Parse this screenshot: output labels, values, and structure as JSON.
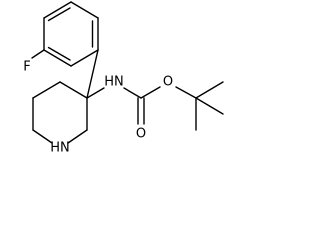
{
  "molecule": {
    "atom_labels": {
      "fluorine": "F",
      "amide_nitrogen": "HN",
      "carbonyl_oxygen": "O",
      "ester_oxygen": "O",
      "ring_nitrogen": "HN"
    }
  },
  "colors": {
    "bond": "#000000",
    "text": "#000000",
    "background": "#ffffff"
  }
}
